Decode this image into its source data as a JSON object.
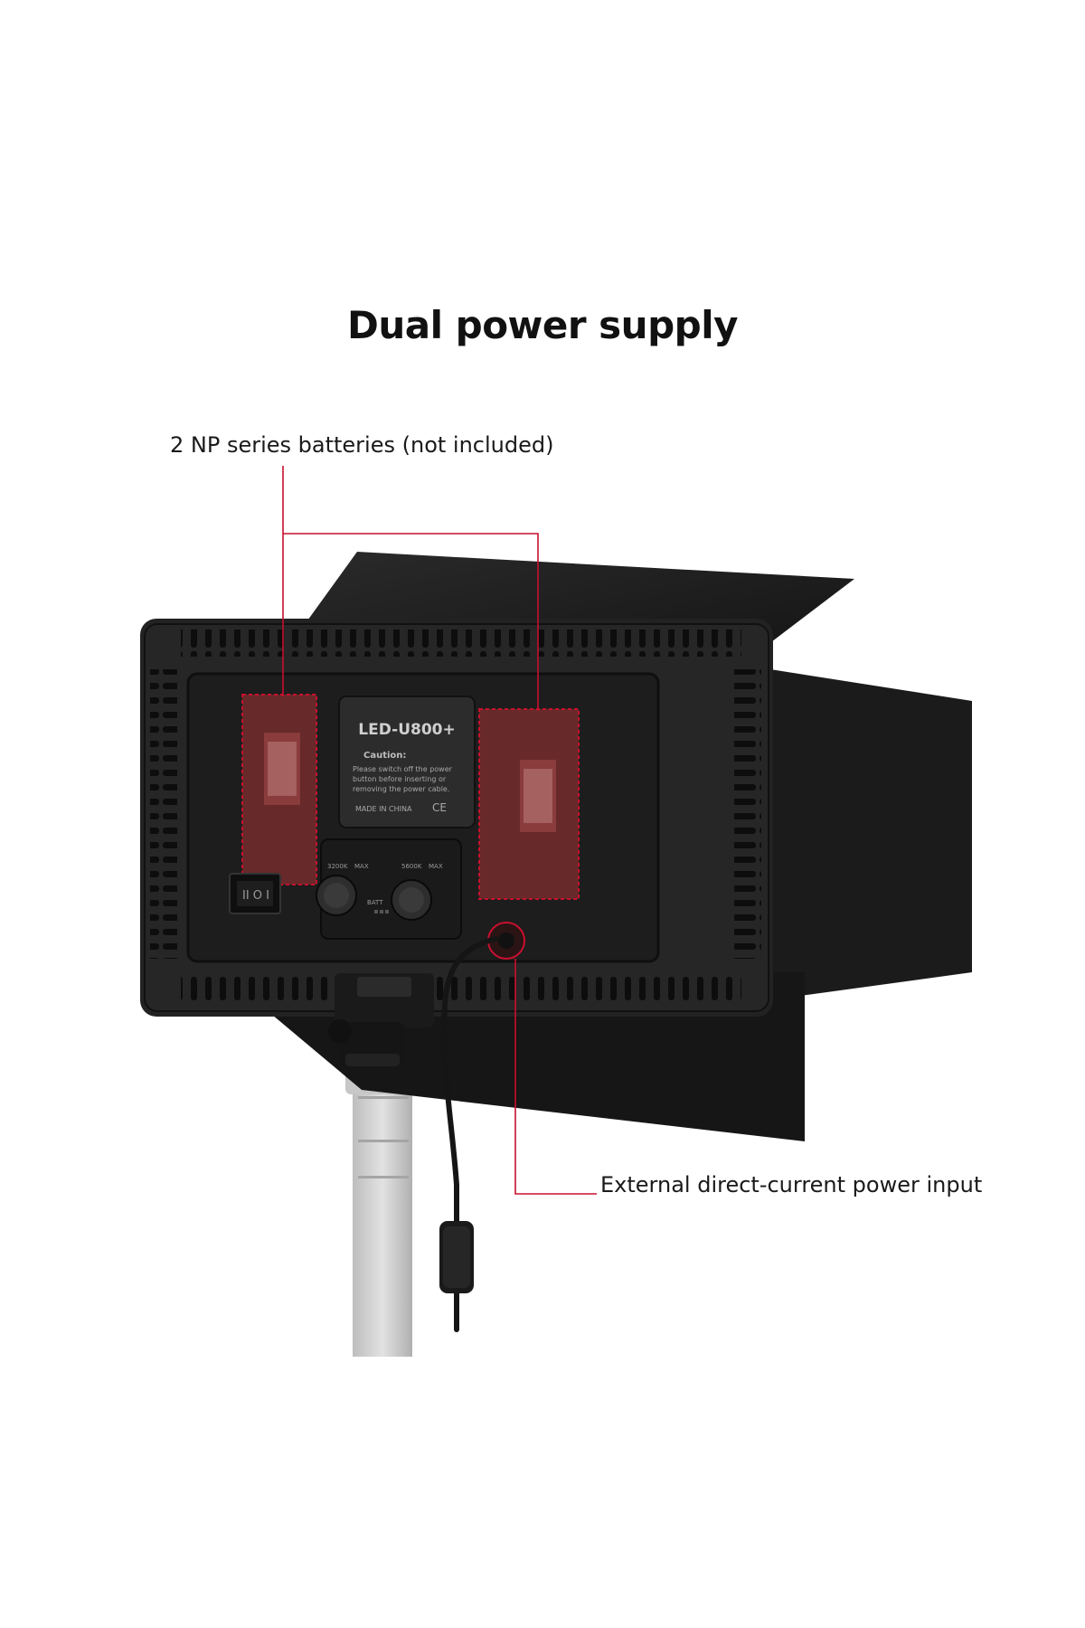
{
  "title": "Dual power supply",
  "callouts": {
    "batteries": "2 NP series batteries (not included)",
    "dc_input": "External direct-current power input"
  },
  "device": {
    "model": "LED-U800+",
    "caution_title": "Caution:",
    "caution_text": [
      "Please switch off the power",
      "button before inserting or",
      "removing the power cable."
    ],
    "made_in": "MADE IN CHINA",
    "ce_mark": "CE",
    "knob_left_label": "3200K",
    "knob_left_max": "MAX",
    "knob_right_label": "5600K",
    "knob_right_max": "MAX",
    "batt_label": "BATT"
  },
  "colors": {
    "accent_red": "#c8102e",
    "panel": "#1e1e1e",
    "battery": "#6b2a2a"
  }
}
